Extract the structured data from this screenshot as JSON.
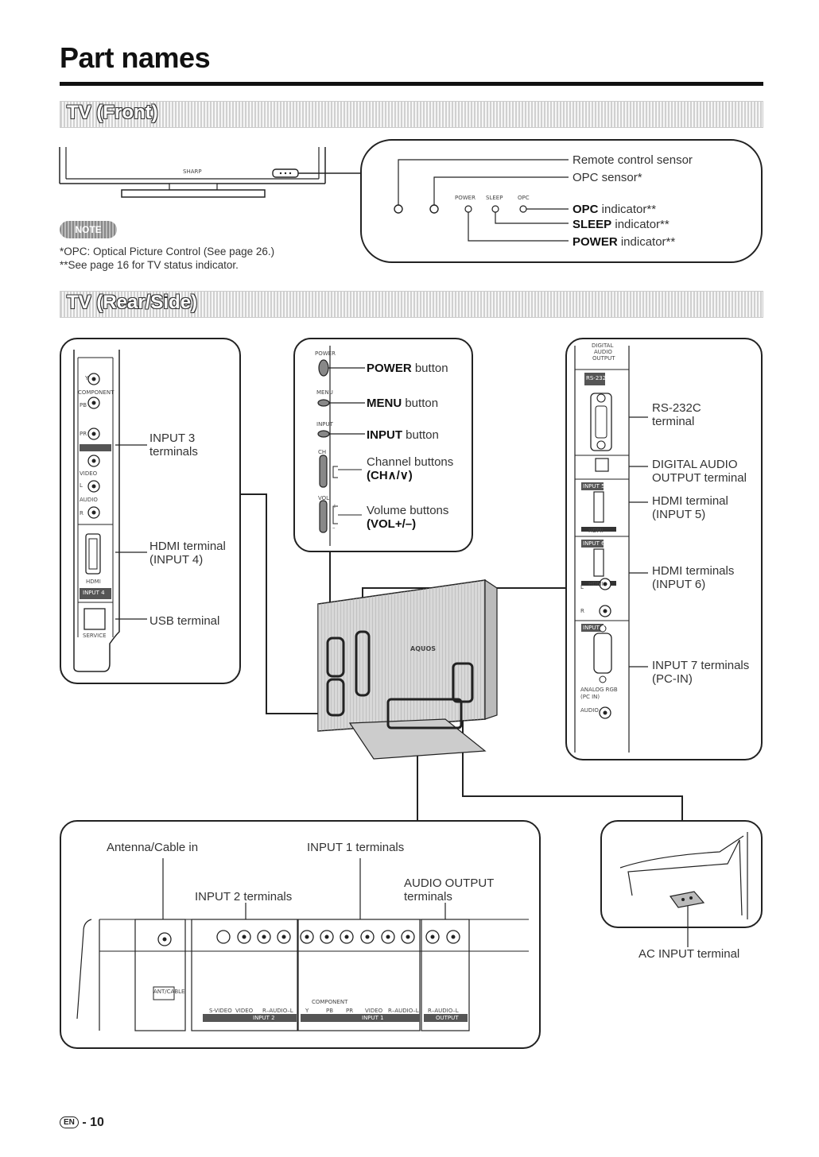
{
  "page_title": "Part names",
  "sections": {
    "front": "TV (Front)",
    "rear": "TV (Rear/Side)"
  },
  "front": {
    "brand": "SHARP",
    "indicator_labels": {
      "power": "POWER",
      "sleep": "SLEEP",
      "opc": "OPC"
    },
    "callouts": {
      "remote": "Remote control sensor",
      "opc_sensor": "OPC sensor*",
      "opc_ind_bold": "OPC",
      "opc_ind_rest": " indicator**",
      "sleep_ind_bold": "SLEEP",
      "sleep_ind_rest": " indicator**",
      "power_ind_bold": "POWER",
      "power_ind_rest": " indicator**"
    },
    "note_badge": "NOTE",
    "notes": [
      "*OPC: Optical Picture Control (See page 26.)",
      "**See page 16 for TV status indicator."
    ]
  },
  "side_panel": {
    "input3": [
      "INPUT 3",
      "terminals"
    ],
    "hdmi4": [
      "HDMI terminal",
      "(INPUT 4)"
    ],
    "usb": "USB terminal",
    "jack_labels": {
      "y": "Y",
      "component": "COMPONENT",
      "pb": "PB",
      "pr": "PR",
      "video": "VIDEO",
      "l": "L",
      "audio": "AUDIO",
      "r": "R",
      "hdmi": "HDMI",
      "input4": "INPUT 4",
      "service": "SERVICE"
    }
  },
  "buttons_panel": {
    "power_bold": "POWER",
    "power_rest": " button",
    "menu_bold": "MENU",
    "menu_rest": " button",
    "input_bold": "INPUT",
    "input_rest": " button",
    "channel_1": "Channel buttons",
    "channel_2": "(CH∧/∨)",
    "volume_1": "Volume buttons",
    "volume_2": "(VOL+/–)",
    "small": {
      "power": "POWER",
      "menu": "MENU",
      "input": "INPUT",
      "ch": "CH",
      "vol": "VOL",
      "plus": "+",
      "minus": "–"
    }
  },
  "rear_right": {
    "rs232c": [
      "RS-232C",
      "terminal"
    ],
    "digital_audio": [
      "DIGITAL AUDIO",
      "OUTPUT terminal"
    ],
    "hdmi5": [
      "HDMI terminal",
      "(INPUT 5)"
    ],
    "hdmi6": [
      "HDMI terminals",
      "(INPUT 6)"
    ],
    "input7": [
      "INPUT 7 terminals",
      "(PC-IN)"
    ],
    "small": {
      "digital": "DIGITAL",
      "audio": "AUDIO",
      "output": "OUTPUT",
      "rs": "RS-232C",
      "input5": "INPUT 5",
      "input6": "INPUT 6",
      "hdmi": "HDMI",
      "l": "L",
      "r": "R",
      "input7": "INPUT 7",
      "analog": "ANALOG RGB",
      "pcin": "(PC IN)",
      "audio2": "AUDIO"
    }
  },
  "tv_logo": "AQUOS",
  "bottom_panel": {
    "antenna": "Antenna/Cable in",
    "input1": "INPUT 1 terminals",
    "input2": "INPUT 2 terminals",
    "audio_out": [
      "AUDIO OUTPUT",
      "terminals"
    ],
    "small": {
      "ant": "ANT/CABLE",
      "svideo": "S-VIDEO",
      "video": "VIDEO",
      "raudiol": "R–AUDIO–L",
      "component": "COMPONENT",
      "y": "Y",
      "pb": "PB",
      "pr": "PR",
      "input2": "INPUT 2",
      "input1": "INPUT 1",
      "output": "OUTPUT"
    }
  },
  "ac_input": "AC INPUT terminal",
  "page_number": {
    "lang": "EN",
    "num": "- 10"
  }
}
